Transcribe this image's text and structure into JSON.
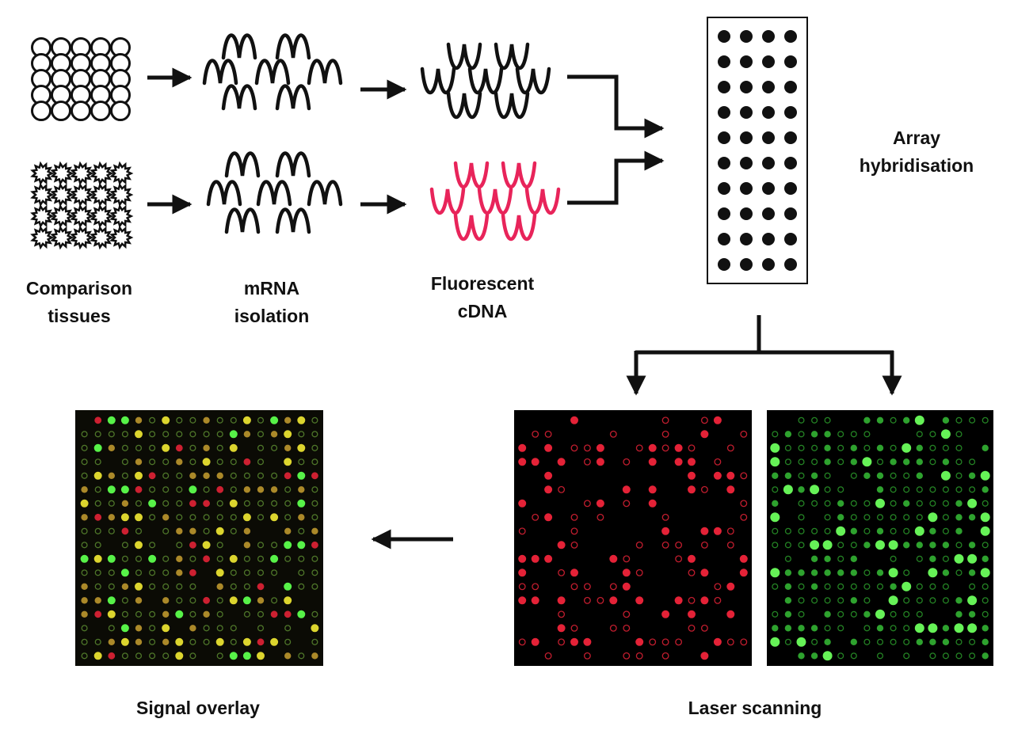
{
  "labels": {
    "comparison_tissues": [
      "Comparison",
      "tissues"
    ],
    "mrna_isolation": [
      "mRNA",
      "isolation"
    ],
    "fluorescent_cdna": [
      "Fluorescent",
      "cDNA"
    ],
    "array_hybridisation": [
      "Array",
      "hybridisation"
    ],
    "signal_overlay": "Signal overlay",
    "laser_scanning": "Laser scanning"
  },
  "colors": {
    "ink": "#111111",
    "fluorescent_pink": "#e8245a",
    "red_dye": "#f0243a",
    "green_dye": "#3ed83e",
    "yellow_mix": "#e8e030",
    "scan_background": "#000000",
    "overlay_background": "#0b0b05"
  },
  "array_grid": {
    "columns": 4,
    "rows": 10
  },
  "icons": [
    "circle-cell-grid-icon",
    "spiky-cell-grid-icon",
    "mrna-wave-icon",
    "cdna-wave-icon",
    "arrow-icon",
    "microarray-slide-icon",
    "scan-image-red",
    "scan-image-green",
    "overlay-image"
  ]
}
